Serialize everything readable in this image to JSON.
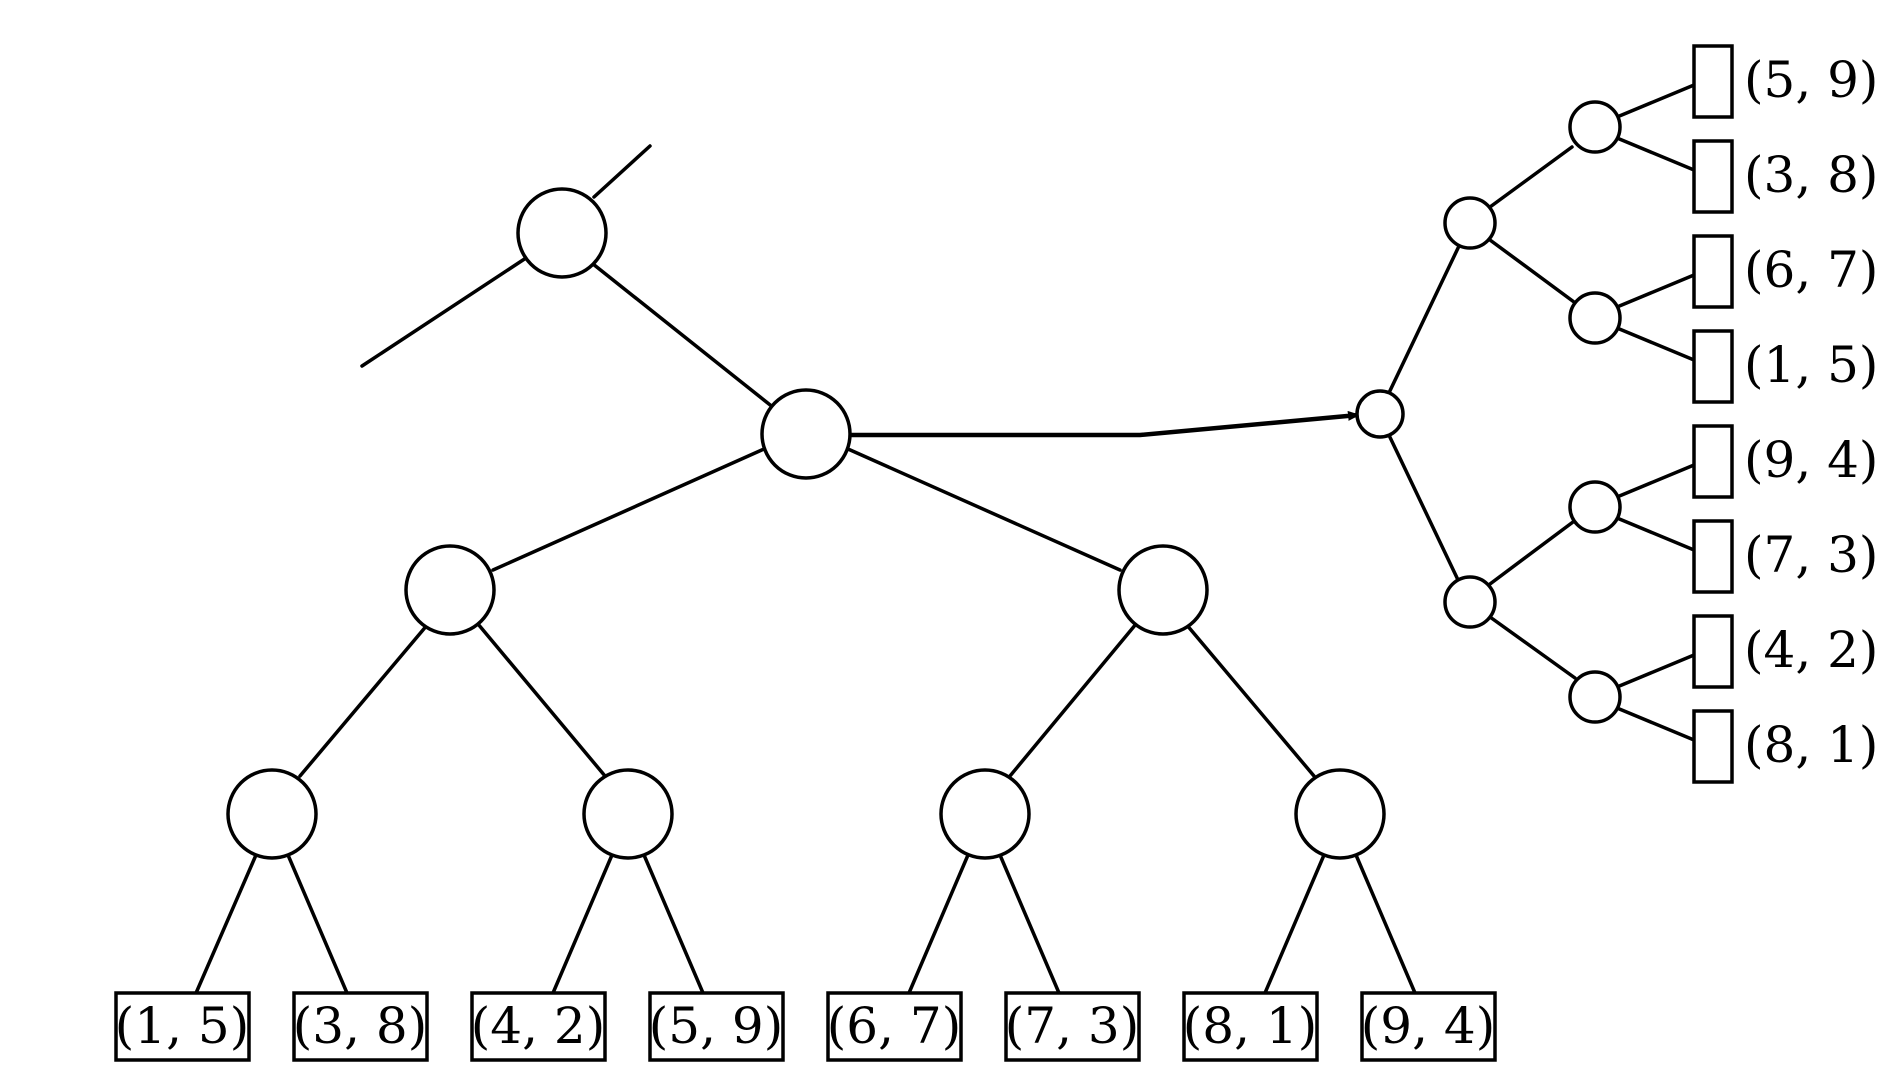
{
  "bottom_leaves": [
    "(1, 5)",
    "(3, 8)",
    "(4, 2)",
    "(5, 9)",
    "(6, 7)",
    "(7, 3)",
    "(8, 1)",
    "(9, 4)"
  ],
  "side_leaves": [
    "(5, 9)",
    "(3, 8)",
    "(6, 7)",
    "(1, 5)",
    "(9, 4)",
    "(7, 3)",
    "(4, 2)",
    "(8, 1)"
  ]
}
